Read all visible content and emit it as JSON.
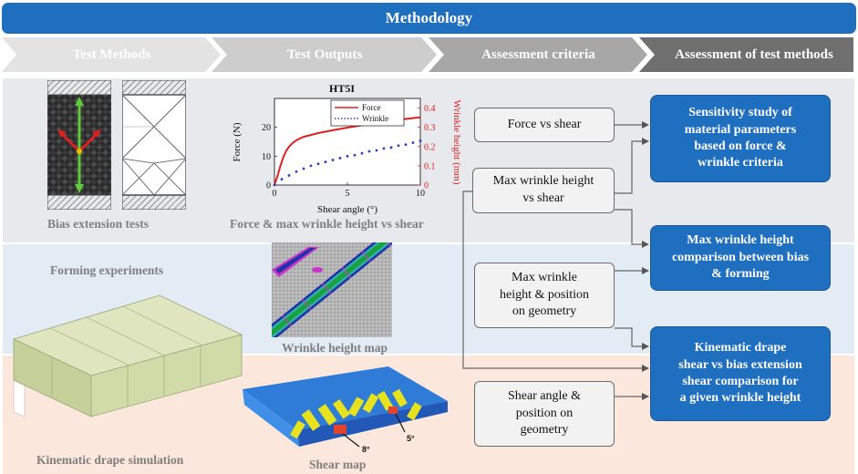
{
  "title": "Methodology",
  "stages": [
    "Test Methods",
    "Test Outputs",
    "Assessment criteria",
    "Assessment of test methods"
  ],
  "captions": {
    "bias_extension": "Bias extension tests",
    "force_wrinkle": "Force & max wrinkle height vs shear",
    "forming_experiments": "Forming experiments",
    "wrinkle_map": "Wrinkle height map",
    "kinematic": "Kinematic drape simulation",
    "shear_map": "Shear map"
  },
  "criteria": {
    "force_vs_shear": "Force vs shear",
    "max_wrinkle_vs_shear": "Max wrinkle height\nvs shear",
    "max_wrinkle_position": "Max wrinkle\nheight & position\non geometry",
    "shear_angle_position": "Shear angle &\nposition on\ngeometry"
  },
  "assessments": {
    "sensitivity": "Sensitivity study of\nmaterial parameters\nbased on force &\nwrinkle criteria",
    "comparison": "Max wrinkle height\ncomparison between bias\n& forming",
    "kinematic_comparison": "Kinematic drape\nshear vs bias extension\nshear comparison for\na given wrinkle height"
  },
  "shear_labels": {
    "a": "8°",
    "b": "5°"
  },
  "chart_data": {
    "type": "line",
    "title": "HT5I",
    "xlabel": "Shear angle (°)",
    "ylabel": "Force (N)",
    "y2label": "Wrinkle height (mm)",
    "xlim": [
      0,
      10
    ],
    "ylim": [
      0,
      30
    ],
    "y2lim": [
      0,
      0.45
    ],
    "xticks": [
      "0",
      "5",
      "10"
    ],
    "yticks": [
      "0",
      "10",
      "20"
    ],
    "y2ticks": [
      "0",
      "0.1",
      "0.2",
      "0.3",
      "0.4"
    ],
    "legend_position": "top-right",
    "series": [
      {
        "name": "Force",
        "axis": "left",
        "color": "#e02020",
        "x": [
          0,
          0.2,
          0.4,
          0.6,
          0.8,
          1.0,
          1.3,
          1.6,
          2,
          3,
          4,
          5,
          6,
          7,
          8,
          9,
          10
        ],
        "y": [
          0,
          3,
          6.5,
          9.5,
          11.8,
          13.3,
          14.8,
          15.8,
          16.7,
          18.0,
          19.0,
          19.9,
          20.7,
          21.5,
          22.2,
          22.9,
          23.5
        ]
      },
      {
        "name": "Wrinkle",
        "axis": "right",
        "color": "#2a3fc0",
        "x": [
          0,
          0.5,
          1,
          1.5,
          2,
          2.5,
          3,
          3.5,
          4,
          4.5,
          5,
          5.5,
          6,
          6.5,
          7,
          7.5,
          8,
          8.5,
          9,
          9.5,
          10
        ],
        "y": [
          0.0,
          0.03,
          0.05,
          0.07,
          0.085,
          0.1,
          0.11,
          0.12,
          0.13,
          0.14,
          0.15,
          0.155,
          0.165,
          0.175,
          0.18,
          0.19,
          0.195,
          0.205,
          0.21,
          0.22,
          0.23
        ]
      }
    ]
  }
}
